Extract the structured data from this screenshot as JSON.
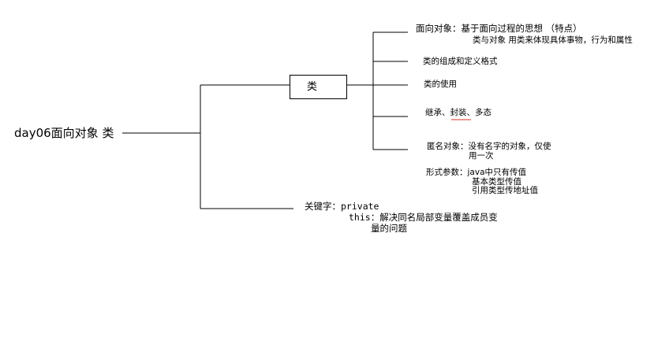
{
  "root": {
    "label": "day06面向对象 类"
  },
  "class_node": {
    "label": "类",
    "children": [
      {
        "title": "面向对象：基于面向过程的思想 （特点）",
        "detail": "类与对象 用类来体现具体事物，行为和属性"
      },
      {
        "title": "类的组成和定义格式"
      },
      {
        "title": "类的使用"
      },
      {
        "parts": [
          "继承、",
          "封装",
          "、多态"
        ]
      },
      {
        "title": "匿名对象：没有名字的对象，仅使",
        "title_cont": "用一次"
      }
    ],
    "formal_params": {
      "title": "形式参数：java中只有传值",
      "lines": [
        "基本类型传值",
        "引用类型传地址值"
      ]
    }
  },
  "keyword_node": {
    "prefix": "关键字：",
    "private_kw": "private",
    "this_kw": "this：",
    "this_desc": "解决同名局部变量覆盖成员变",
    "this_desc_cont": "量的问题"
  },
  "colors": {
    "line": "#000000",
    "underline": "#d93025"
  }
}
